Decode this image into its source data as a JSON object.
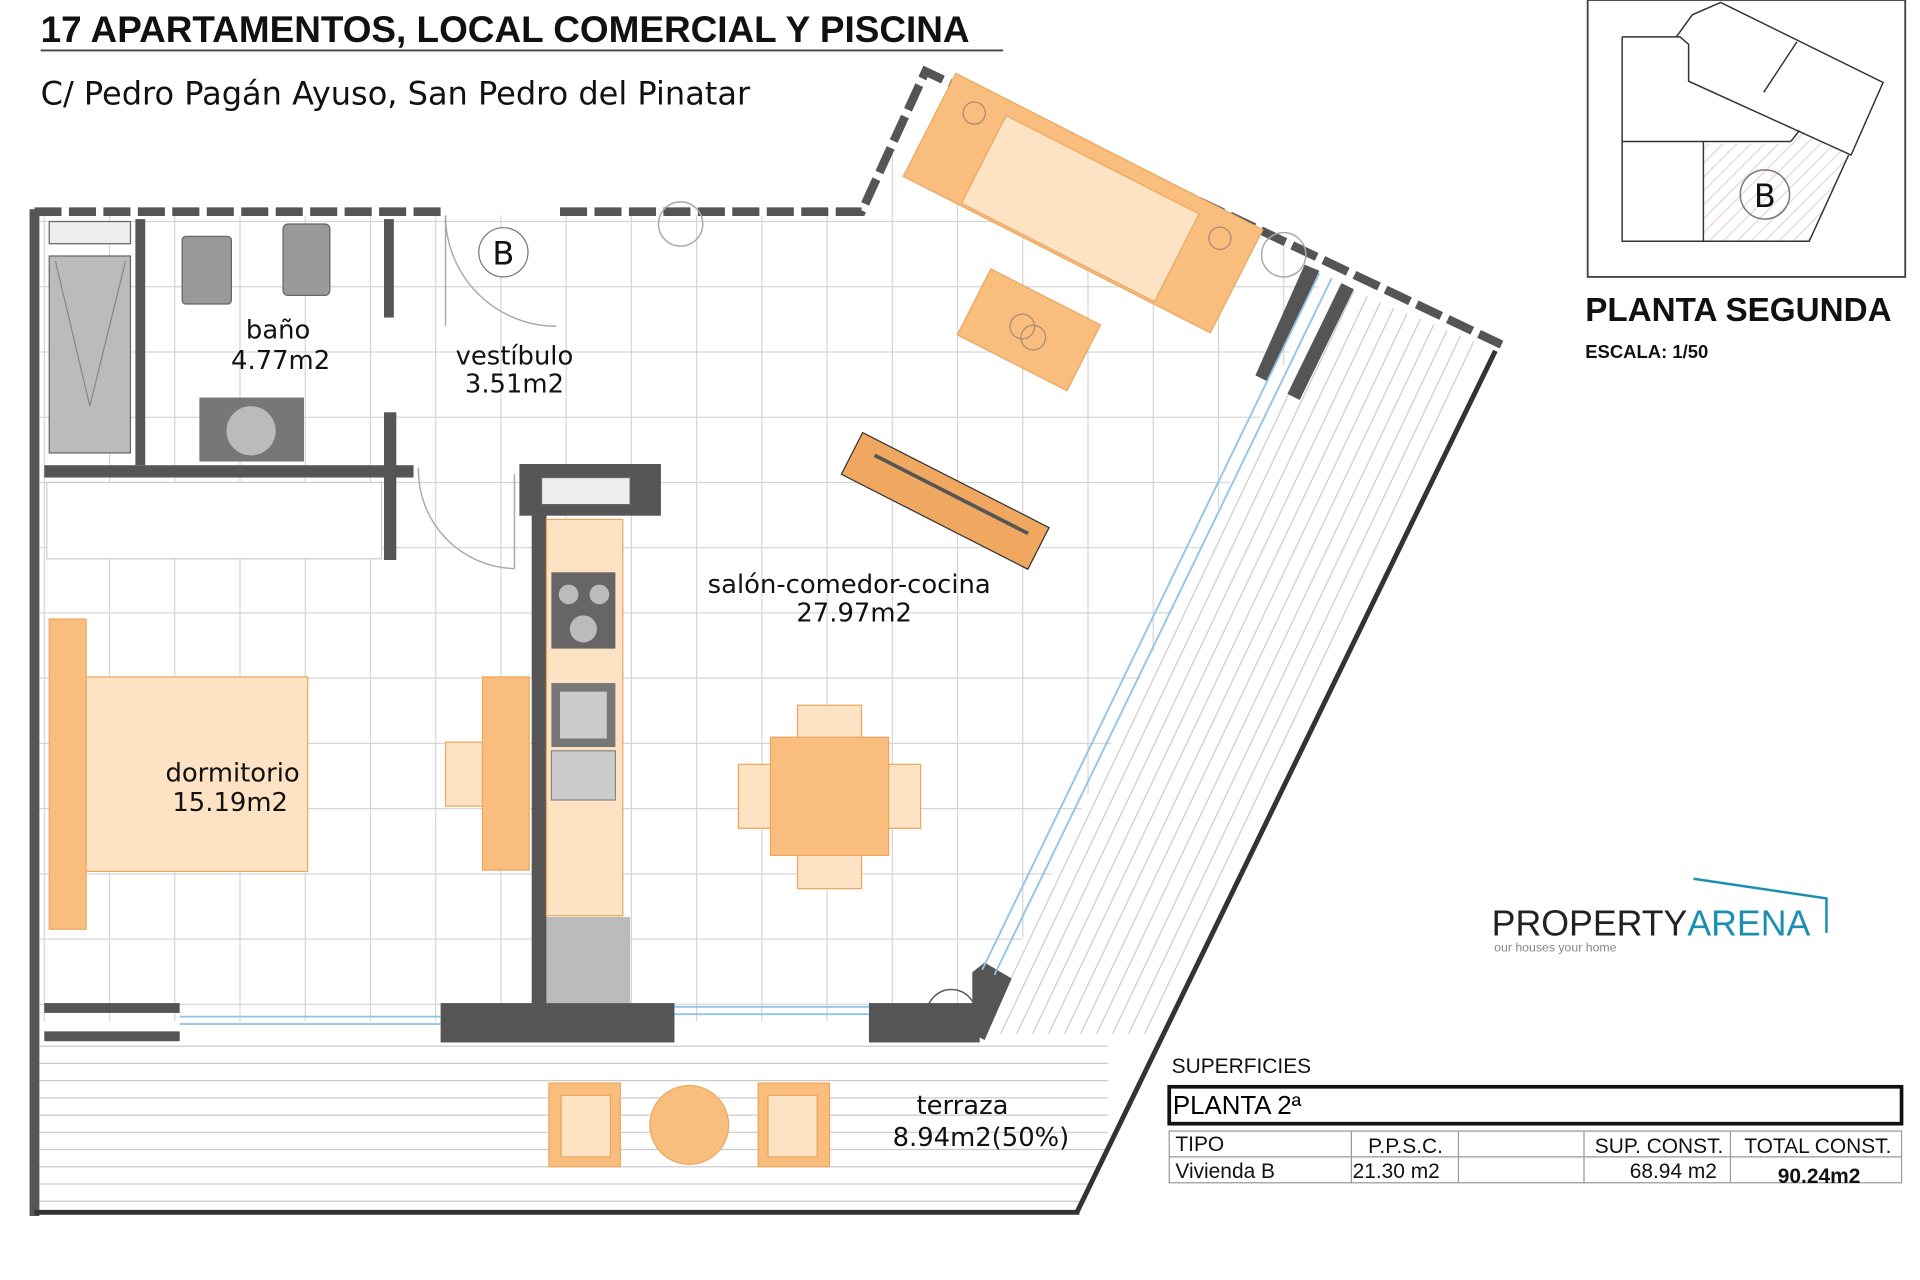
{
  "header": {
    "title": "17 APARTAMENTOS, LOCAL COMERCIAL Y PISCINA",
    "address": "C/ Pedro Pagán Ayuso, San Pedro del Pinatar"
  },
  "plan": {
    "unit_marker": "B",
    "rooms": [
      {
        "name": "baño",
        "area": "4.77m2"
      },
      {
        "name": "vestíbulo",
        "area": "3.51m2"
      },
      {
        "name": "salón-comedor-cocina",
        "area": "27.97m2"
      },
      {
        "name": "dormitorio",
        "area": "15.19m2"
      },
      {
        "name": "terraza",
        "area": "8.94m2(50%)"
      }
    ]
  },
  "key_plan": {
    "marker": "B",
    "floor": "PLANTA SEGUNDA",
    "scale": "ESCALA: 1/50"
  },
  "logo": {
    "brand_a": "PROPERTY",
    "brand_b": "ARENA",
    "tagline": "our houses your home"
  },
  "areas_table": {
    "caption": "SUPERFICIES",
    "floor": "PLANTA 2ª",
    "headers": [
      "TIPO",
      "P.P.S.C.",
      "",
      "SUP. CONST.",
      "TOTAL CONST."
    ],
    "row": [
      "Vivienda B",
      "21.30 m2",
      "",
      "68.94 m2",
      "90.24m2"
    ]
  },
  "colors": {
    "furniture": "#f9be7d",
    "furniture_light": "#fde3c4",
    "walls": "#555555",
    "brand": "#1a8fb0"
  }
}
